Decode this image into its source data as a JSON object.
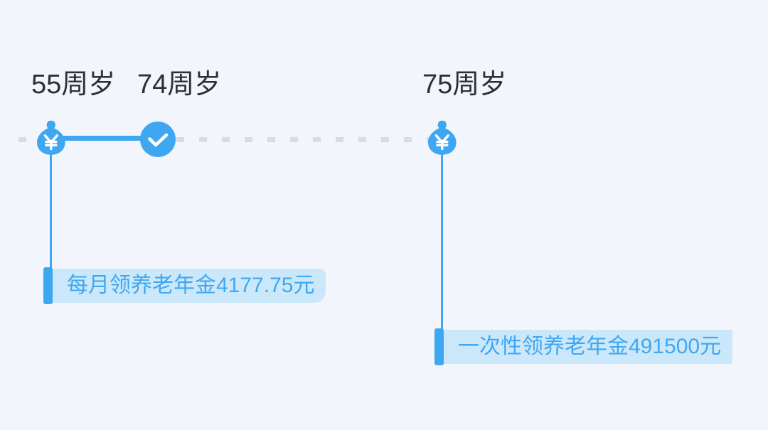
{
  "background_color": "#f2f6fc",
  "accent_color": "#3fa7f2",
  "chip_background_color": "#cbe8fa",
  "dash_color": "#d8dcdf",
  "heading_color": "#2b3038",
  "timeline": {
    "milestones": [
      {
        "id": "start",
        "age_label": "55周岁",
        "icon": "money-bag-icon",
        "state": "active"
      },
      {
        "id": "mid",
        "age_label": "74周岁",
        "icon": "check-circle-icon",
        "state": "completed"
      },
      {
        "id": "end",
        "age_label": "75周岁",
        "icon": "money-bag-icon",
        "state": "active"
      }
    ],
    "segments": [
      {
        "id": "segment-solid",
        "style": "solid",
        "color": "#3fa7f2"
      },
      {
        "id": "segment-dashed",
        "style": "dashed",
        "color": "#d8dcdf"
      }
    ]
  },
  "callouts": [
    {
      "id": "monthly-pension",
      "text": "每月领养老年金4177.75元",
      "amount": "4177.75",
      "currency_unit": "元",
      "period": "每月"
    },
    {
      "id": "lumpsum-pension",
      "text": "一次性领养老年金491500元",
      "amount": "491500",
      "currency_unit": "元",
      "period": "一次性"
    }
  ]
}
